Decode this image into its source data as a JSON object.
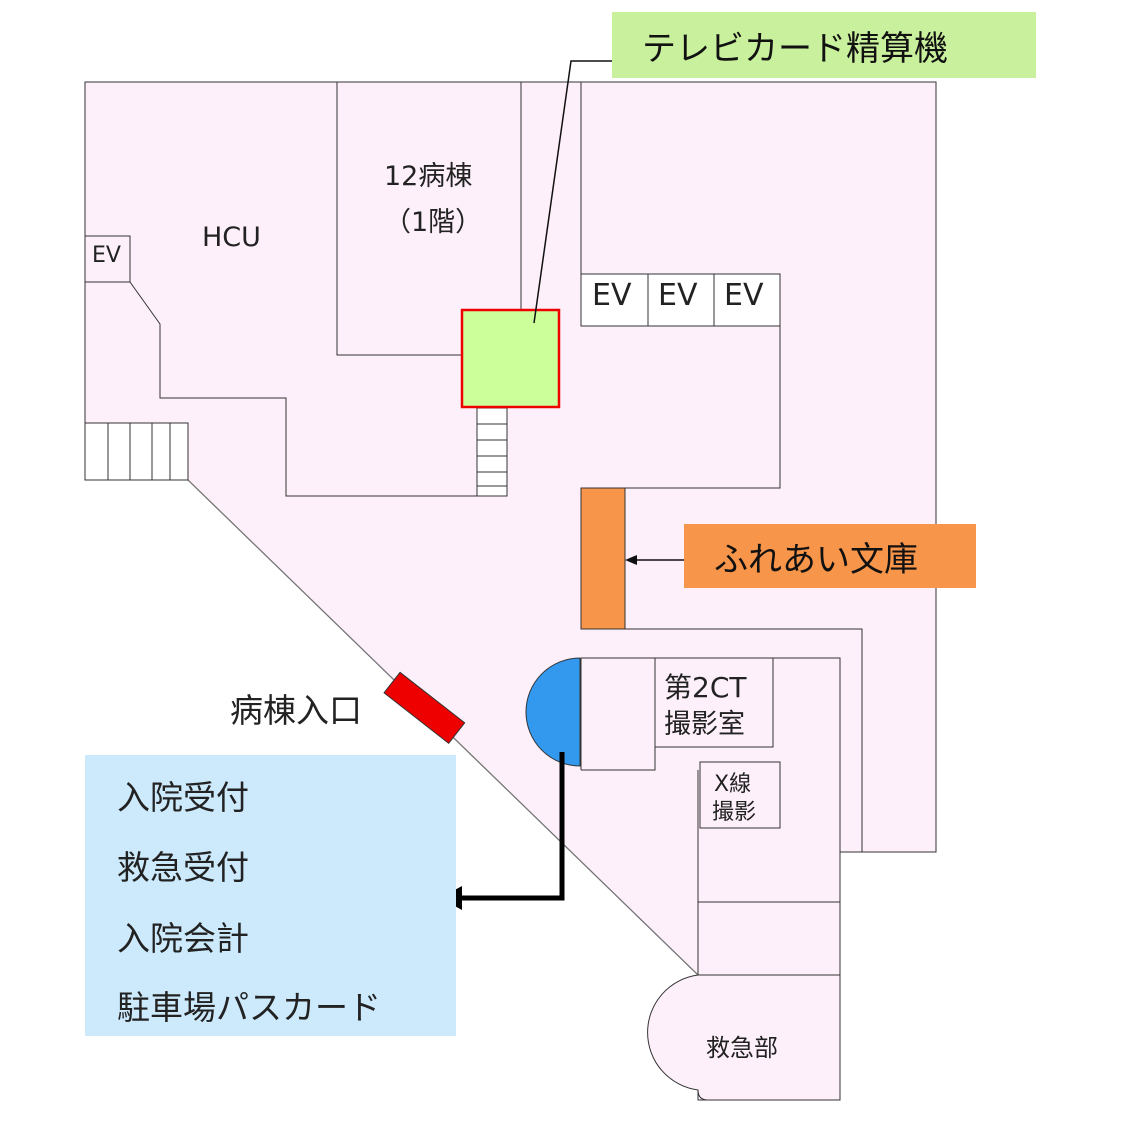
{
  "rooms": {
    "hcu": "HCU",
    "ward12_line1": "12病棟",
    "ward12_line2": "（1階）",
    "ev_small": "EV",
    "ev_big": [
      "EV",
      "EV",
      "EV"
    ],
    "ct_line1": "第2CT",
    "ct_line2": "撮影室",
    "xray_line1": "X線",
    "xray_line2": "撮影",
    "emergency": "救急部"
  },
  "callouts": {
    "tv_card": "テレビカード精算機",
    "bunko": "ふれあい文庫",
    "ward_entrance": "病棟入口"
  },
  "info_box": {
    "items": [
      "入院受付",
      "救急受付",
      "入院会計",
      "駐車場パスカード"
    ]
  },
  "colors": {
    "floor": "#fdf0fa",
    "tv_card_machine": "#ccff99",
    "tv_card_label_bg": "#c9f09c",
    "bunko": "#f7954a",
    "entrance_marker": "#ee0000",
    "door_blue": "#3399ee",
    "info_bg": "#cdeafc"
  }
}
